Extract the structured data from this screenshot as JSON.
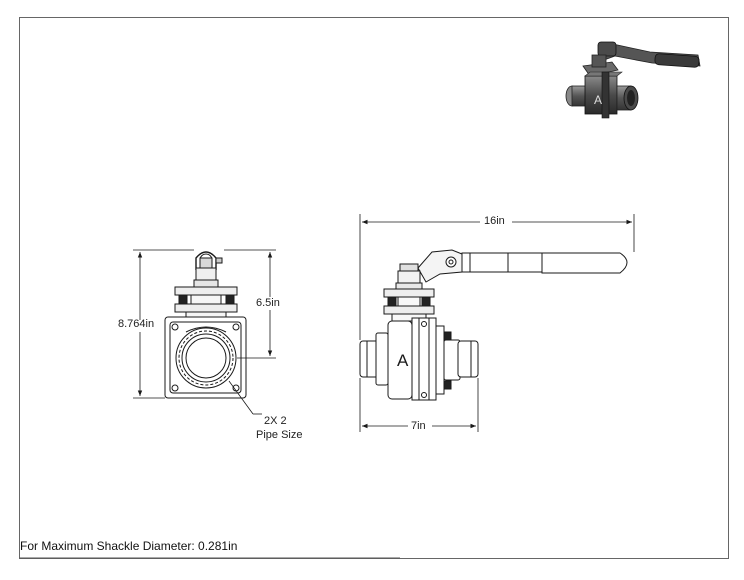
{
  "dimensions": {
    "overall_height": "8.764in",
    "stem_height": "6.5in",
    "handle_length": "16in",
    "face_to_face": "7in"
  },
  "callout": {
    "line1": "2X 2",
    "line2": "Pipe Size"
  },
  "valve_marking": "A",
  "footer_note": "For Maximum Shackle Diameter: 0.281in",
  "colors": {
    "line": "#1a1a1a",
    "iso_dark": "#3a3a3a",
    "iso_mid": "#777777"
  }
}
